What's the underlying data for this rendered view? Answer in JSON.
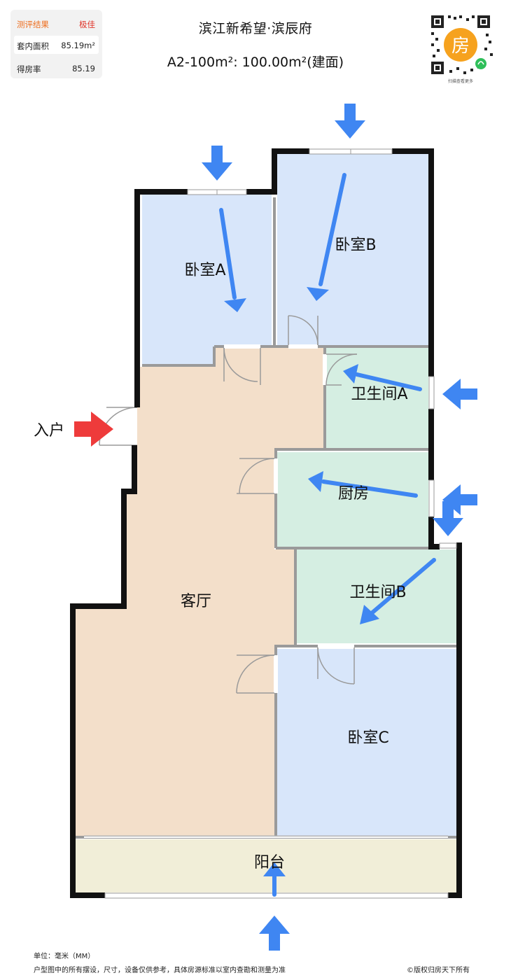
{
  "score_card": {
    "rows": [
      {
        "label": "测评结果",
        "value": "极佳"
      },
      {
        "label": "套内面积",
        "value": "85.19m²"
      },
      {
        "label": "得房率",
        "value": "85.19"
      }
    ]
  },
  "header": {
    "title": "滨江新希望·滨辰府",
    "subtitle": "A2-100m²: 100.00m²(建面)"
  },
  "qr": {
    "center_glyph": "房",
    "caption": "扫描查看更多"
  },
  "rooms": {
    "bedroom_a": "卧室A",
    "bedroom_b": "卧室B",
    "bathroom_a": "卫生间A",
    "kitchen": "厨房",
    "bathroom_b": "卫生间B",
    "living_room": "客厅",
    "bedroom_c": "卧室C",
    "balcony": "阳台"
  },
  "entrance": {
    "label": "入户"
  },
  "colors": {
    "bedroom": "#d8e6fa",
    "wet_room": "#d5eee2",
    "living": "#f3dfca",
    "balcony": "#f1eed8",
    "wall": "#111111",
    "light_arrow": "#3f86f2",
    "entry_arrow": "#ee3b3b"
  },
  "footer": {
    "unit": "单位：毫米（MM）",
    "disclaimer": "户型图中的所有摆设，尺寸，设备仅供参考，具体房源标准以室内查勘和测量为准",
    "copyright": "©版权归房天下所有"
  }
}
